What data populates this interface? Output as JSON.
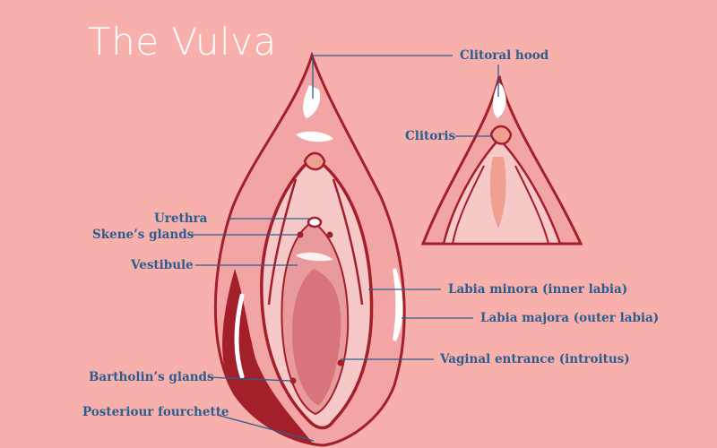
{
  "title": "The Vulva",
  "colors": {
    "background": "#f7b0ab",
    "outline": "#a31f2a",
    "label_text": "#2c5d8f",
    "leader_line": "#2c5d8f",
    "highlight": "#ffffff"
  },
  "labels": {
    "clitoral_hood": "Clitoral hood",
    "clitoris": "Clitoris",
    "urethra": "Urethra",
    "skenes_glands": "Skene’s glands",
    "vestibule": "Vestibule",
    "labia_minora": "Labia minora (inner labia)",
    "labia_majora": "Labia majora (outer labia)",
    "vaginal_entrance": "Vaginal entrance (introitus)",
    "bartholins_glands": "Bartholin’s glands",
    "posterior_fourchette": "Posteriour fourchette"
  }
}
